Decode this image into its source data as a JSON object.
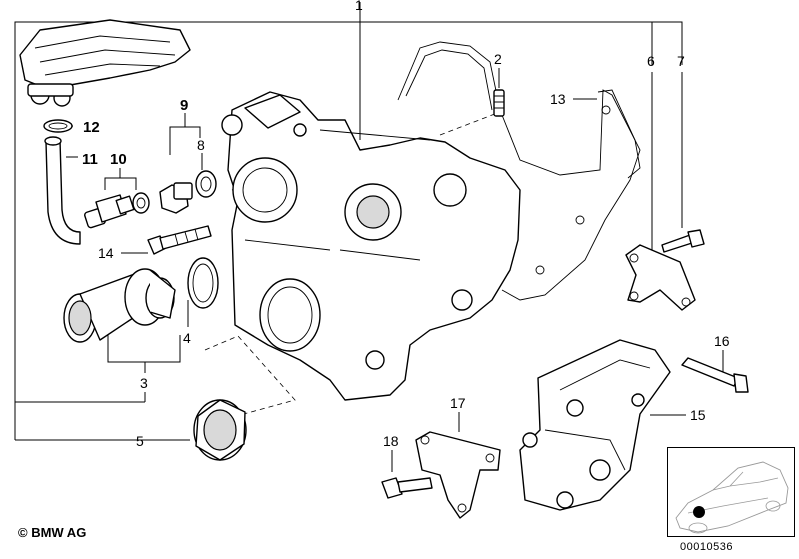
{
  "diagram": {
    "callouts": [
      {
        "id": "c1",
        "text": "1",
        "bold": false
      },
      {
        "id": "c2",
        "text": "2",
        "bold": false
      },
      {
        "id": "c3",
        "text": "3",
        "bold": false
      },
      {
        "id": "c4",
        "text": "4",
        "bold": false
      },
      {
        "id": "c5",
        "text": "5",
        "bold": false
      },
      {
        "id": "c6",
        "text": "6",
        "bold": false
      },
      {
        "id": "c7",
        "text": "7",
        "bold": false
      },
      {
        "id": "c8",
        "text": "8",
        "bold": false
      },
      {
        "id": "c9",
        "text": "9",
        "bold": true
      },
      {
        "id": "c10",
        "text": "10",
        "bold": true
      },
      {
        "id": "c11",
        "text": "11",
        "bold": true
      },
      {
        "id": "c12",
        "text": "12",
        "bold": true
      },
      {
        "id": "c13",
        "text": "13",
        "bold": false
      },
      {
        "id": "c14",
        "text": "14",
        "bold": false
      },
      {
        "id": "c15",
        "text": "15",
        "bold": false
      },
      {
        "id": "c16",
        "text": "16",
        "bold": false
      },
      {
        "id": "c17",
        "text": "17",
        "bold": false
      },
      {
        "id": "c18",
        "text": "18",
        "bold": false
      }
    ]
  },
  "footer": {
    "copyright": "© BMW AG",
    "catalog_number": "00010536"
  },
  "colors": {
    "line": "#000000",
    "background": "#ffffff",
    "locator_dot": "#000000"
  }
}
